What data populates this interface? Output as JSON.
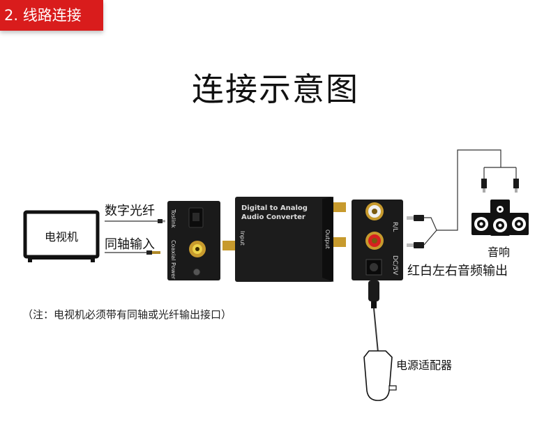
{
  "header": {
    "badge": "2. 线路连接"
  },
  "title": "连接示意图",
  "tv": {
    "label": "电视机"
  },
  "inputs": {
    "optical": "数字光纤",
    "coaxial": "同轴输入"
  },
  "converter": {
    "left_ports": [
      "Toslink",
      "Coaxial",
      "Power"
    ],
    "input_label": "Input",
    "name_line1": "Digital to Analog",
    "name_line2": "Audio Converter",
    "output_label": "Output",
    "rl_label": "R/L",
    "dc_label": "DC/5V"
  },
  "speakers": {
    "label": "音响"
  },
  "output_desc": "红白左右音频输出",
  "note": "（注：电视机必须带有同轴或光纤输出接口）",
  "adapter": {
    "label": "电源适配器"
  }
}
